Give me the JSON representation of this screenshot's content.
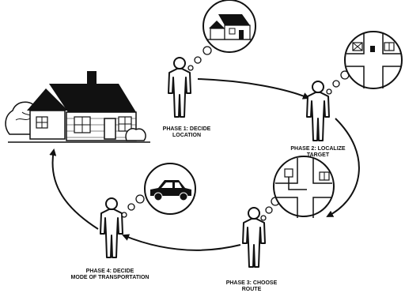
{
  "diagram": {
    "phases": [
      {
        "line1": "PHASE 1: DECIDE",
        "line2": "LOCATION"
      },
      {
        "line1": "PHASE 2: LOCALIZE",
        "line2": "TARGET"
      },
      {
        "line1": "PHASE 3: CHOOSE",
        "line2": "ROUTE"
      },
      {
        "line1": "PHASE 4: DECIDE",
        "line2": "MODE OF TRANSPORTATION"
      }
    ]
  }
}
